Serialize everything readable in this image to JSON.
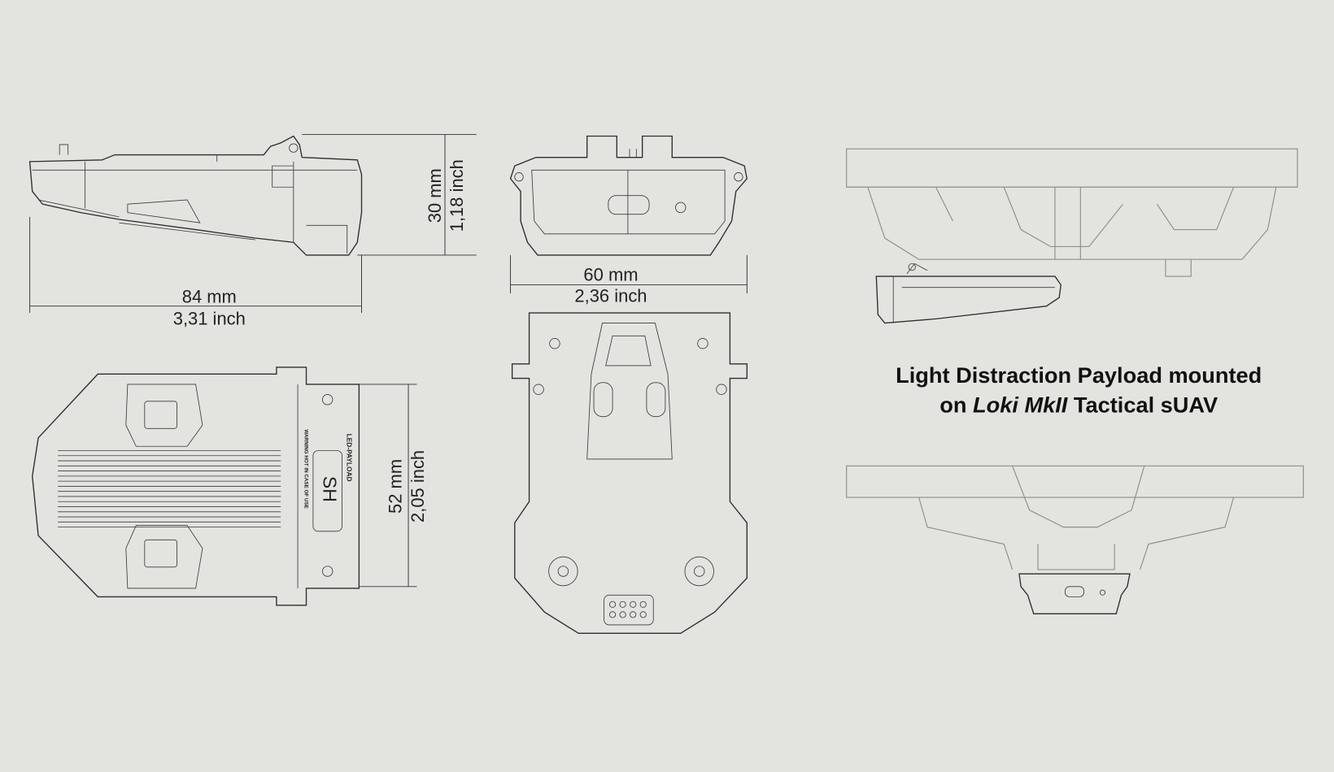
{
  "dimensions": {
    "length": {
      "mm": "84 mm",
      "inch": "3,31 inch"
    },
    "height": {
      "mm": "30 mm",
      "inch": "1,18 inch"
    },
    "width": {
      "mm": "60 mm",
      "inch": "2,36 inch"
    },
    "depth": {
      "mm": "52 mm",
      "inch": "2,05 inch"
    }
  },
  "device_labels": {
    "brand": "LED-PAYLOAD",
    "logo": "SH",
    "warning": "WARNING HOT IN CASE OF USE"
  },
  "caption": {
    "line1": "Light Distraction Payload mounted",
    "line2_prefix": "on ",
    "line2_italic": "Loki MkII",
    "line2_suffix": " Tactical sUAV"
  },
  "colors": {
    "background": "#e3e3e0",
    "line": "#2e2e2e",
    "ghost": "#8f8f86"
  }
}
